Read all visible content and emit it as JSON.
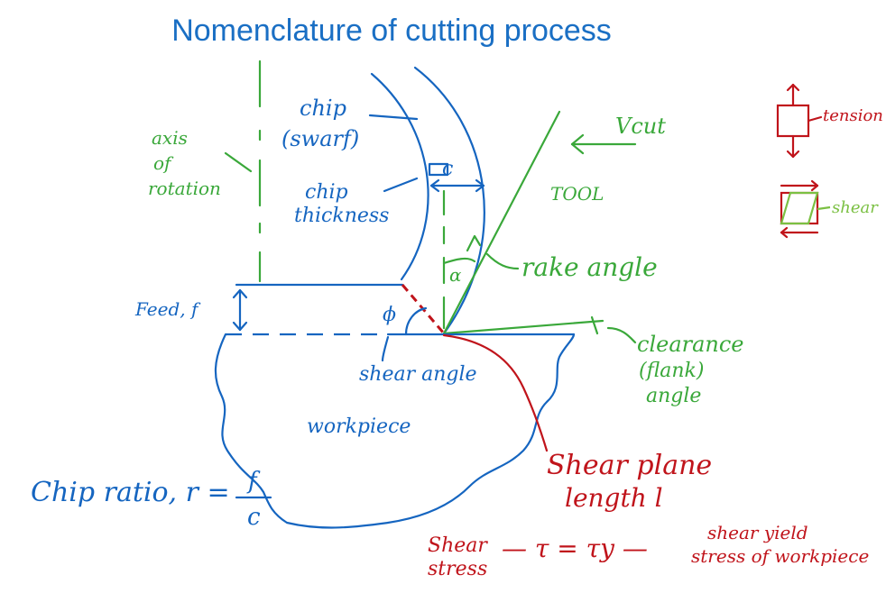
{
  "title": "Nomenclature of cutting process",
  "labels": {
    "chip": "chip",
    "swarf": "(swarf)",
    "chip_thickness_1": "chip",
    "chip_thickness_2": "thickness",
    "c": "c",
    "axis_1": "axis",
    "axis_2": "of",
    "axis_3": "rotation",
    "v_cut": "Vcut",
    "tool": "TOOL",
    "rake_angle": "rake angle",
    "alpha": "α",
    "feed": "Feed, f",
    "phi": "ϕ",
    "shear_angle": "shear angle",
    "clearance_1": "clearance",
    "clearance_2": "(flank)",
    "clearance_3": "angle",
    "workpiece": "workpiece",
    "shear_plane_1": "Shear plane",
    "shear_plane_2": "length l",
    "chip_ratio_prefix": "Chip ratio, r =",
    "chip_ratio_num": "f",
    "chip_ratio_den": "c",
    "shear_stress_1": "Shear",
    "shear_stress_2": "stress",
    "tau_eq": "— τ = τy —",
    "yield_1": "shear yield",
    "yield_2": "stress of workpiece",
    "tension": "tension",
    "shear_side": "shear"
  },
  "colors": {
    "blue": "#1565c0",
    "green": "#3aa83a",
    "red": "#c0141b",
    "title": "#1a6fc4"
  }
}
